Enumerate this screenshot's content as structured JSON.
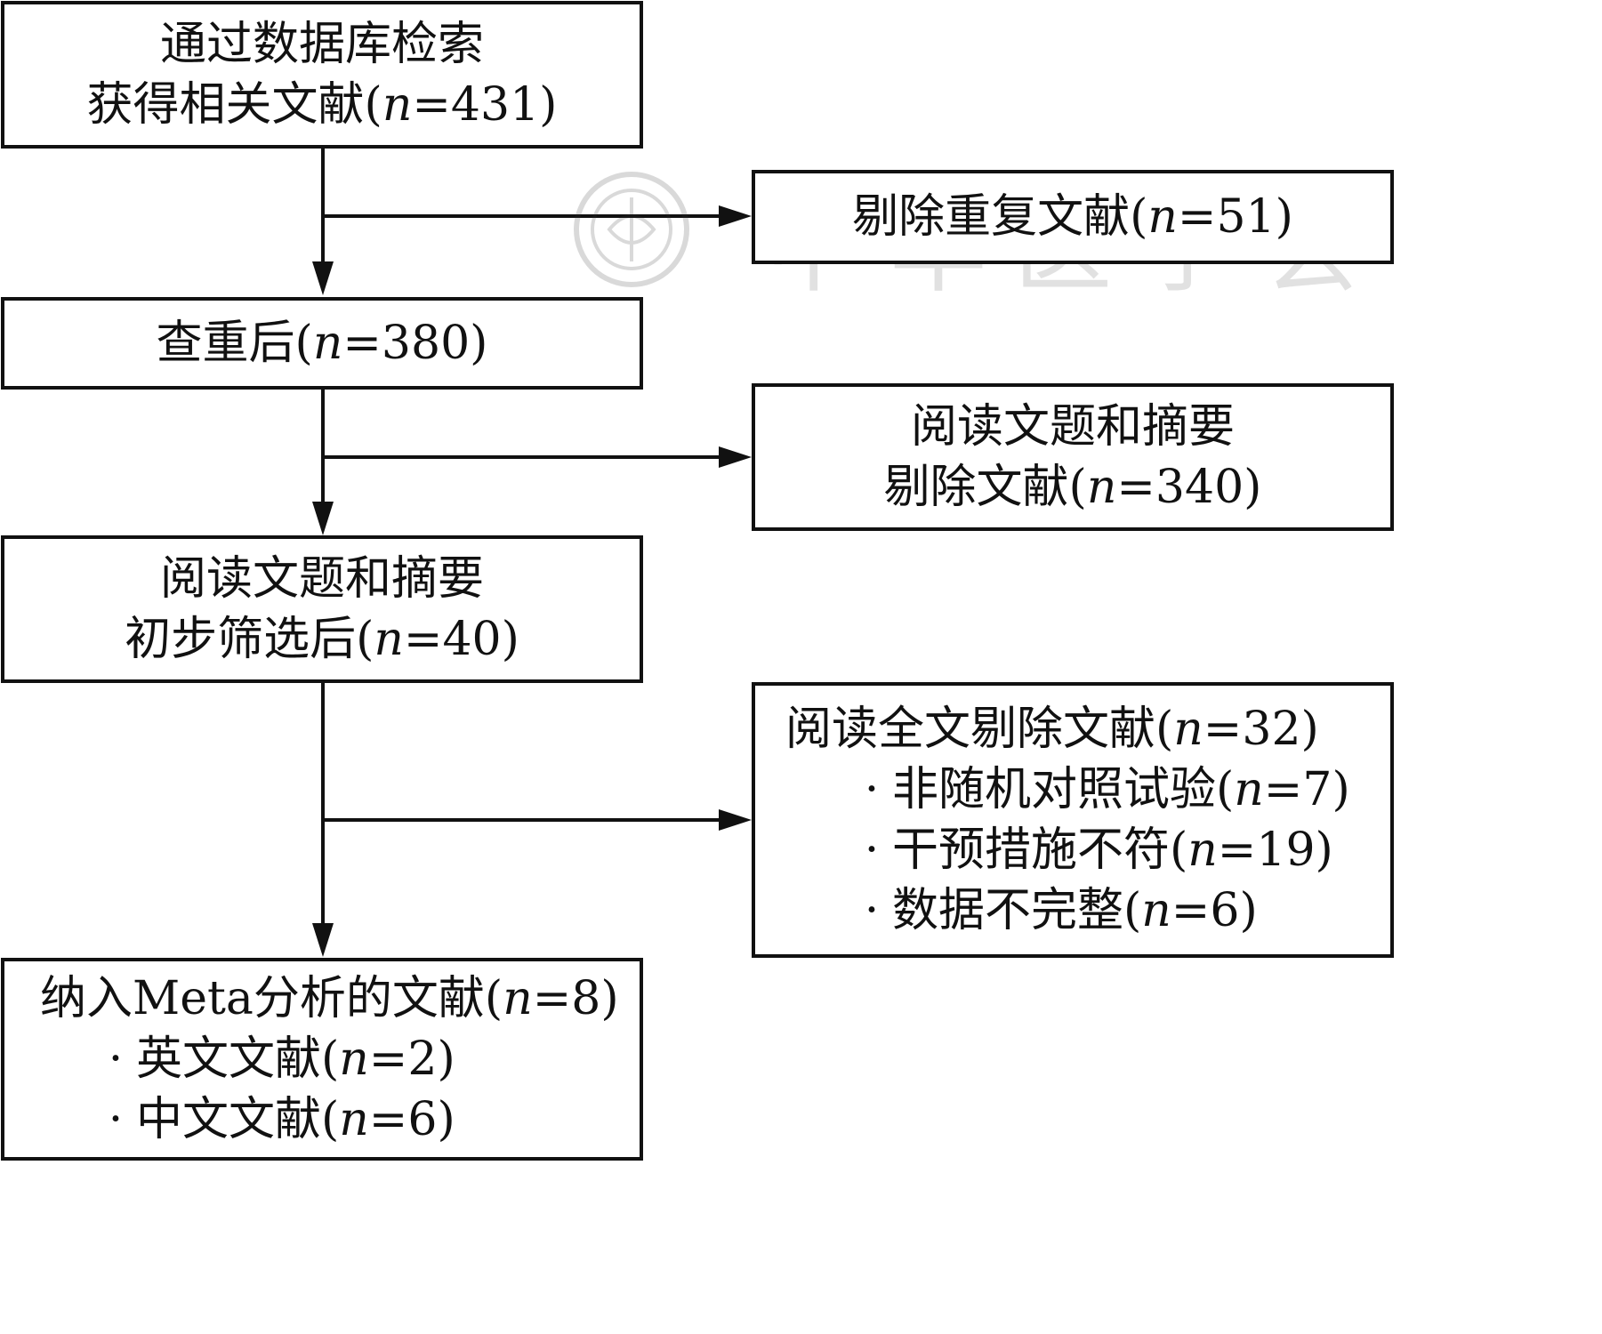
{
  "boxes": {
    "search": {
      "line1": "通过数据库检索",
      "line2_prefix": "获得相关文献(",
      "n_var": "n",
      "line2_suffix": "=431)"
    },
    "after_dedup": {
      "prefix": "查重后(",
      "n_var": "n",
      "suffix": "=380)"
    },
    "after_screen": {
      "line1": "阅读文题和摘要",
      "line2_prefix": "初步筛选后(",
      "n_var": "n",
      "line2_suffix": "=40)"
    },
    "included": {
      "title_prefix": "纳入Meta分析的文献(",
      "n_var": "n",
      "title_suffix": "=8)",
      "items": [
        {
          "bullet": "·",
          "prefix": "英文文献(",
          "n_var": "n",
          "suffix": "=2)"
        },
        {
          "bullet": "·",
          "prefix": "中文文献(",
          "n_var": "n",
          "suffix": "=6)"
        }
      ]
    },
    "excl_dup": {
      "prefix": "剔除重复文献(",
      "n_var": "n",
      "suffix": "=51)"
    },
    "excl_abstract": {
      "line1": "阅读文题和摘要",
      "line2_prefix": "剔除文献(",
      "n_var": "n",
      "line2_suffix": "=340)"
    },
    "excl_fulltext": {
      "title_prefix": "阅读全文剔除文献(",
      "n_var": "n",
      "title_suffix": "=32)",
      "items": [
        {
          "bullet": "·",
          "prefix": "非随机对照试验(",
          "n_var": "n",
          "suffix": "=7)"
        },
        {
          "bullet": "·",
          "prefix": "干预措施不符(",
          "n_var": "n",
          "suffix": "=19)"
        },
        {
          "bullet": "·",
          "prefix": "数据不完整(",
          "n_var": "n",
          "suffix": "=6)"
        }
      ]
    }
  },
  "watermark": {
    "text": "中华医学会",
    "icon": "seal-emblem-icon"
  }
}
